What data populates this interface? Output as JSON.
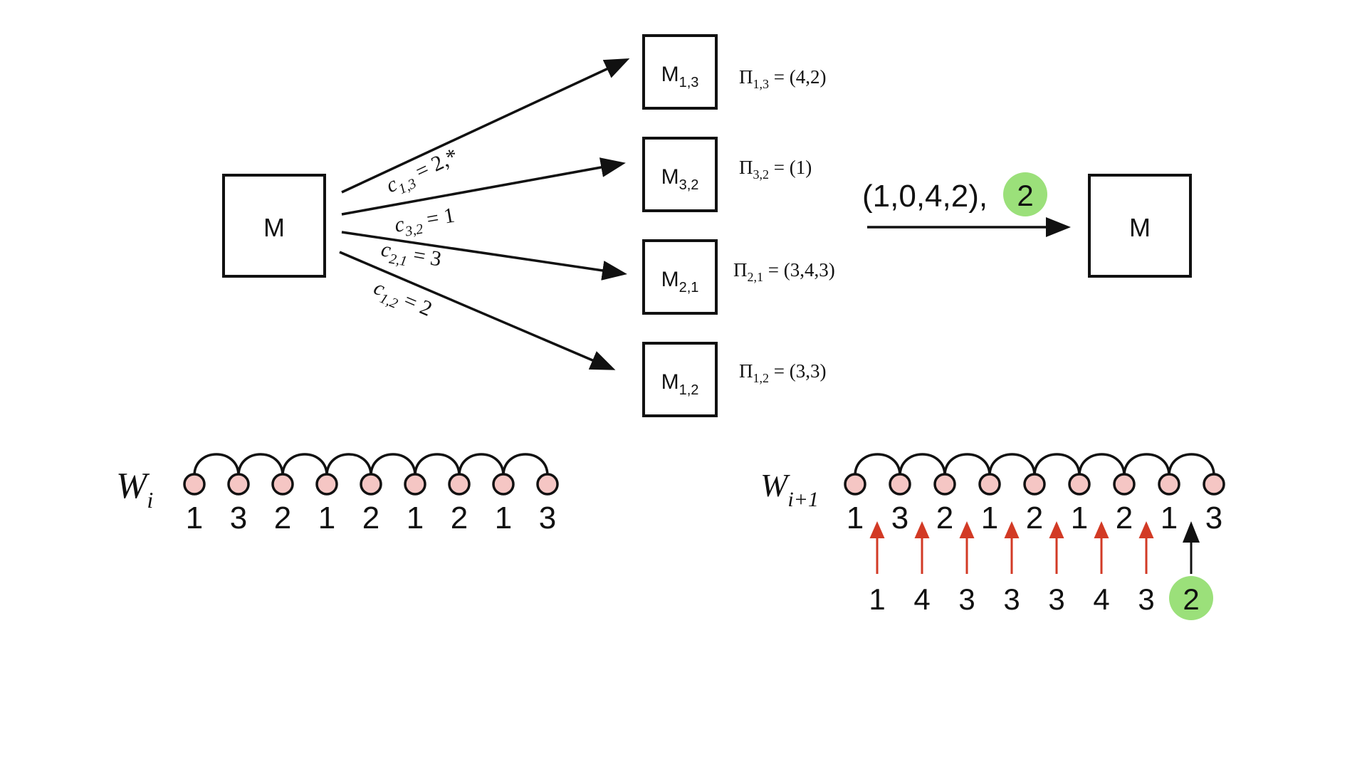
{
  "colors": {
    "ink": "#111111",
    "bead_fill": "#f5c6c4",
    "highlight_green": "#9be07a",
    "insert_arrow": "#d23a25"
  },
  "source_box": {
    "label": "M"
  },
  "target_box": {
    "label": "M"
  },
  "children": [
    {
      "base": "M",
      "sub": "1,3",
      "pi_sub": "1,3",
      "pi_value": "(4,2)"
    },
    {
      "base": "M",
      "sub": "3,2",
      "pi_sub": "3,2",
      "pi_value": "(1)"
    },
    {
      "base": "M",
      "sub": "2,1",
      "pi_sub": "2,1",
      "pi_value": "(3,4,3)"
    },
    {
      "base": "M",
      "sub": "1,2",
      "pi_sub": "1,2",
      "pi_value": "(3,3)"
    }
  ],
  "pi_symbol": "Π",
  "pi_eq": " = ",
  "edges": [
    {
      "var": "c",
      "sub": "1,3",
      "rhs": " = 2,*"
    },
    {
      "var": "c",
      "sub": "3,2",
      "rhs": " = 1"
    },
    {
      "var": "c",
      "sub": "2,1",
      "rhs": " = 3"
    },
    {
      "var": "c",
      "sub": "1,2",
      "rhs": " = 2"
    }
  ],
  "transition": {
    "tuple": "(1,0,4,2),",
    "badge": "2"
  },
  "wi": {
    "label": "W",
    "sub": "i",
    "digits": [
      "1",
      "3",
      "2",
      "1",
      "2",
      "1",
      "2",
      "1",
      "3"
    ]
  },
  "wi1": {
    "label": "W",
    "sub": "i+1",
    "digits": [
      "1",
      "3",
      "2",
      "1",
      "2",
      "1",
      "2",
      "1",
      "3"
    ],
    "inserted": [
      "1",
      "4",
      "3",
      "3",
      "3",
      "4",
      "3",
      "2"
    ],
    "highlight_last": true
  }
}
